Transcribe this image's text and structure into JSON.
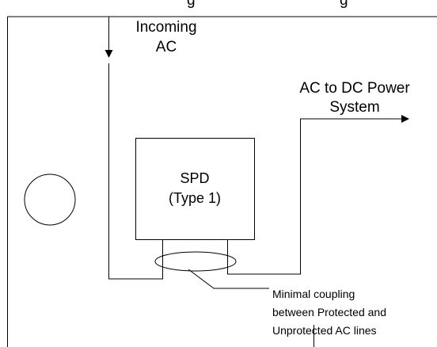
{
  "diagram": {
    "top_caption_partial": "g",
    "top_caption_partial_2": "g",
    "incoming_ac": {
      "line1": "Incoming",
      "line2": "AC"
    },
    "ac_to_dc": {
      "line1": "AC to DC Power",
      "line2": "System"
    },
    "spd": {
      "line1": "SPD",
      "line2": "(Type 1)"
    },
    "note": {
      "line1": "Minimal coupling",
      "line2": "between Protected and",
      "line3": "Unprotected AC lines"
    }
  }
}
